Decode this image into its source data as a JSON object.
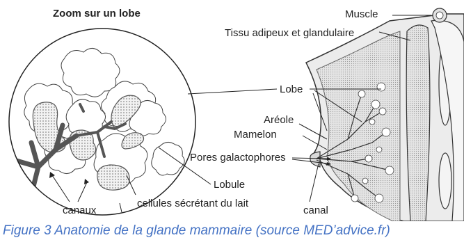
{
  "inset": {
    "title": "Zoom sur un lobe"
  },
  "labels": {
    "muscle": "Muscle",
    "tissue": "Tissu adipeux et glandulaire",
    "lobe": "Lobe",
    "areola": "Aréole",
    "nipple": "Mamelon",
    "pores": "Pores galactophores",
    "lobule": "Lobule",
    "cells": "cellules sécrétant du lait",
    "ducts": "canaux",
    "canal": "canal"
  },
  "caption": "Figure 3 Anatomie de la glande mammaire (source MED’advice.fr)",
  "colors": {
    "ink": "#222222",
    "caption": "#4472c4",
    "duct": "#555555",
    "tissue": "#e9e9e9"
  }
}
